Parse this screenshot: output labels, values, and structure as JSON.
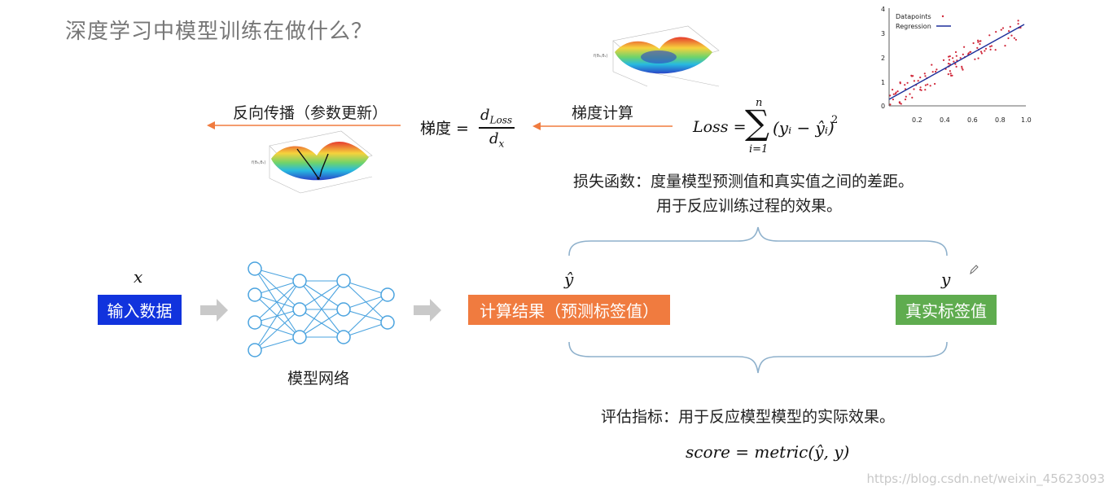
{
  "title": "深度学习中模型训练在做什么？",
  "backprop_label": "反向传播（参数更新）",
  "gradient_calc_label": "梯度计算",
  "gradient_formula": {
    "lhs": "梯度 =",
    "numerator": "d",
    "numerator_sub": "Loss",
    "denominator": "d",
    "denominator_sub": "x"
  },
  "loss_formula": {
    "lhs": "Loss =",
    "sum_top": "n",
    "sum_bottom": "i=1",
    "body": "(yᵢ − ŷᵢ)",
    "power": "2"
  },
  "loss_desc_line1": "损失函数：度量模型预测值和真实值之间的差距。",
  "loss_desc_line2": "用于反应训练过程的效果。",
  "input_var": "x",
  "input_box": "输入数据",
  "network_label": "模型网络",
  "pred_var": "ŷ",
  "pred_box": "计算结果（预测标签值）",
  "true_var": "y",
  "true_box": "真实标签值",
  "metric_desc": "评估指标：用于反应模型模型的实际效果。",
  "score_formula": "score = metric(ŷ, y)",
  "watermark": "https://blog.csdn.net/weixin_45623093",
  "colors": {
    "input_box": "#1133dd",
    "pred_box": "#f07b3f",
    "true_box": "#5fac4f",
    "arrow_orange": "#f07b3f",
    "brace": "#8fb1cc",
    "node": "#4aa3df",
    "gray_arrow": "#c9c9c9"
  },
  "scatter": {
    "legend_points": "Datapoints",
    "legend_line": "Regression",
    "x_ticks": [
      "0.2",
      "0.4",
      "0.6",
      "0.8",
      "1.0"
    ],
    "y_ticks": [
      "0",
      "1",
      "2",
      "3",
      "4"
    ]
  },
  "icons": [
    "pencil-icon",
    "loss-surface-plot",
    "loss-surface-descent-plot"
  ]
}
